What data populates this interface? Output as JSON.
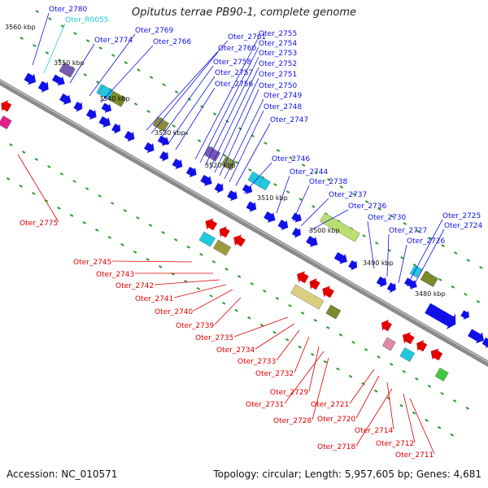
{
  "title": "Opitutus terrae PB90-1, complete genome",
  "accession": "Accession: NC_010571",
  "summary": "Topology: circular; Length: 5,957,605 bp; Genes: 4,681",
  "colors": {
    "forward": "#1010e8",
    "reverse": "#e00000",
    "rna": "#20c8e0",
    "backbone": "#8a8a8a",
    "tick": "#2a9a2a"
  },
  "kbp_ticks": [
    "3560 kbp",
    "3550 kbp",
    "3540 kbp",
    "3530 kbp",
    "3520 kbp",
    "3510 kbp",
    "3500 kbp",
    "3490 kbp",
    "3480 kbp"
  ],
  "top_labels": [
    {
      "text": "Oter_2780",
      "color": "blue"
    },
    {
      "text": "Oter_R0055",
      "color": "cyan"
    },
    {
      "text": "Oter_2774",
      "color": "blue"
    },
    {
      "text": "Oter_2769",
      "color": "blue"
    },
    {
      "text": "Oter_2766",
      "color": "blue"
    },
    {
      "text": "Oter_2761",
      "color": "blue"
    },
    {
      "text": "Oter_2760",
      "color": "blue"
    },
    {
      "text": "Oter_2758",
      "color": "blue"
    },
    {
      "text": "Oter_2757",
      "color": "blue"
    },
    {
      "text": "Oter_2756",
      "color": "blue"
    },
    {
      "text": "Oter_2755",
      "color": "blue"
    },
    {
      "text": "Oter_2754",
      "color": "blue"
    },
    {
      "text": "Oter_2753",
      "color": "blue"
    },
    {
      "text": "Oter_2752",
      "color": "blue"
    },
    {
      "text": "Oter_2751",
      "color": "blue"
    },
    {
      "text": "Oter_2750",
      "color": "blue"
    },
    {
      "text": "Oter_2749",
      "color": "blue"
    },
    {
      "text": "Oter_2748",
      "color": "blue"
    },
    {
      "text": "Oter_2747",
      "color": "blue"
    },
    {
      "text": "Oter_2746",
      "color": "blue"
    },
    {
      "text": "Oter_2744",
      "color": "blue"
    },
    {
      "text": "Oter_2738",
      "color": "blue"
    },
    {
      "text": "Oter_2737",
      "color": "blue"
    },
    {
      "text": "Oter_2736",
      "color": "blue"
    },
    {
      "text": "Oter_2730",
      "color": "blue"
    },
    {
      "text": "Oter_2727",
      "color": "blue"
    },
    {
      "text": "Oter_2726",
      "color": "blue"
    },
    {
      "text": "Oter_2725",
      "color": "blue"
    },
    {
      "text": "Oter_2724",
      "color": "blue"
    }
  ],
  "bottom_labels": [
    {
      "text": "Oter_2775"
    },
    {
      "text": "Oter_2745"
    },
    {
      "text": "Oter_2743"
    },
    {
      "text": "Oter_2742"
    },
    {
      "text": "Oter_2741"
    },
    {
      "text": "Oter_2740"
    },
    {
      "text": "Oter_2739"
    },
    {
      "text": "Oter_2735"
    },
    {
      "text": "Oter_2734"
    },
    {
      "text": "Oter_2733"
    },
    {
      "text": "Oter_2732"
    },
    {
      "text": "Oter_2729"
    },
    {
      "text": "Oter_2731"
    },
    {
      "text": "Oter_2728"
    },
    {
      "text": "Oter_2721"
    },
    {
      "text": "Oter_2720"
    },
    {
      "text": "Oter_2714"
    },
    {
      "text": "Oter_2718"
    },
    {
      "text": "Oter_2712"
    },
    {
      "text": "Oter_2711"
    }
  ]
}
